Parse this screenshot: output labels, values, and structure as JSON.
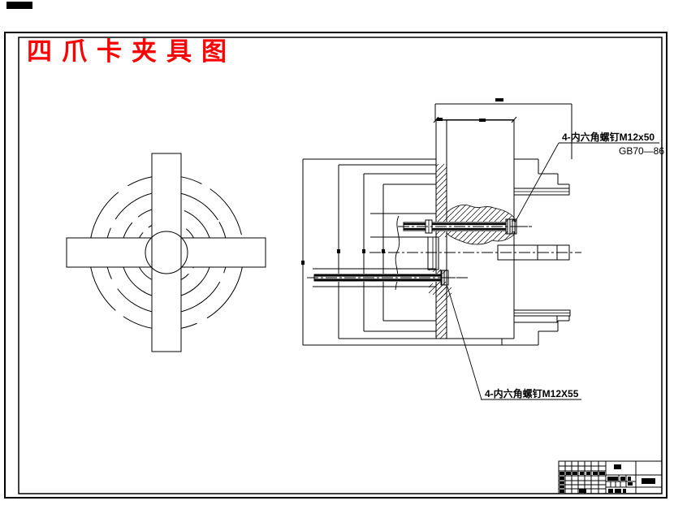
{
  "drawing": {
    "title": "四爪卡夹具图",
    "annotations": {
      "screw_upper": "4-内六角螺钉M12x50",
      "screw_upper_standard": "GB70—86",
      "screw_lower": "4-内六角螺钉M12X55"
    },
    "colors": {
      "title": "#ff0000",
      "lines": "#000000",
      "background": "#ffffff"
    }
  }
}
